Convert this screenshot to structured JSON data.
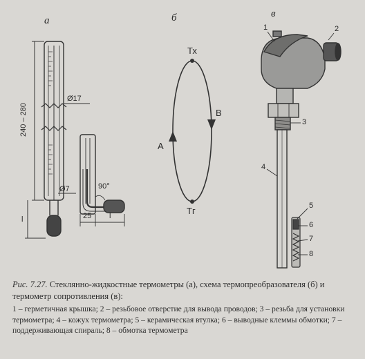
{
  "panels": {
    "a": "а",
    "b": "б",
    "v": "в"
  },
  "panel_a": {
    "length_label": "240 – 280",
    "dia_top": "Ø17",
    "dia_bottom": "Ø7",
    "angle": "90°",
    "dim_25": "25",
    "dim_l_bottom": "l",
    "dim_l_left": "l"
  },
  "panel_b": {
    "top_label": "Тх",
    "bottom_label": "Тг",
    "left_label": "А",
    "right_label": "В"
  },
  "panel_v": {
    "callouts": [
      "1",
      "2",
      "3",
      "4",
      "5",
      "6",
      "7",
      "8"
    ]
  },
  "caption": {
    "prefix": "Рис. 7.27.",
    "title": "Стеклянно-жидкостные термометры (а), схема термопреобразователя (б) и термометр сопротивления (в):",
    "legend": "1 – герметичная крышка; 2 – резьбовое отверстие для вывода проводов; 3 – резьба для установки термометра; 4 – кожух термометра; 5 – керамическая втулка; 6 – выводные клеммы обмотки; 7 – поддерживающая спираль; 8 – обмотка термометра"
  }
}
